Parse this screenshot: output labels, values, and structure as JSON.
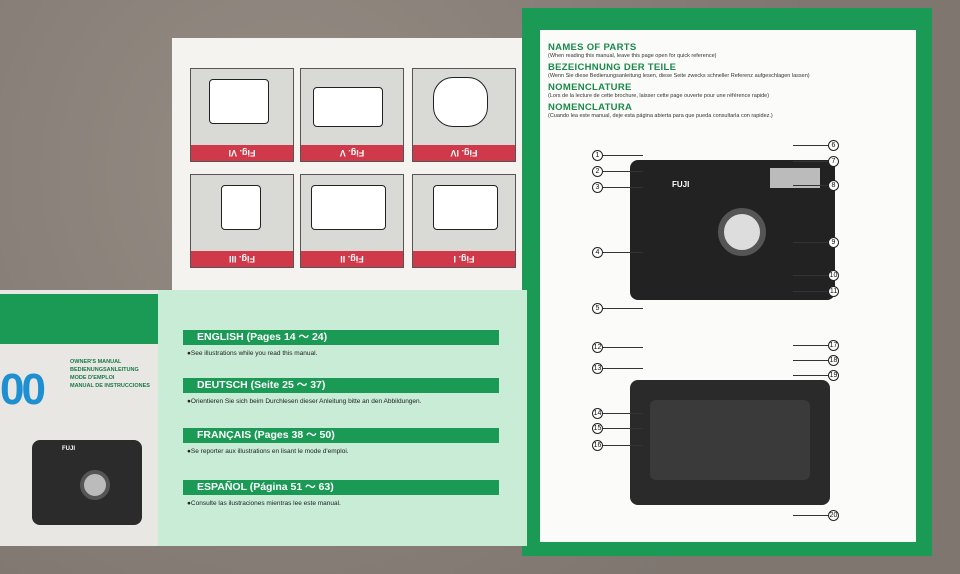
{
  "figures": {
    "top": [
      "Fig. VI",
      "Fig. V",
      "Fig. IV"
    ],
    "bottom": [
      "Fig. III",
      "Fig. II",
      "Fig. I"
    ]
  },
  "parts": {
    "en_title": "NAMES OF PARTS",
    "en_sub": "(When reading this manual, leave this page open for quick reference)",
    "de_title": "BEZEICHNUNG DER TEILE",
    "de_sub": "(Wenn Sie diese Bedienungsanleitung lesen, diese Seite zwecks schneller Referenz aufgeschlagen lassen)",
    "fr_title": "NOMENCLATURE",
    "fr_sub": "(Lors de la lecture de cette brochure, laisser cette page ouverte pour une référence rapide)",
    "es_title": "NOMENCLATURA",
    "es_sub": "(Cuando lea este manual, deje esta página abierta para que pueda consultarla con rapidez.)",
    "callouts": [
      "1",
      "2",
      "3",
      "4",
      "5",
      "6",
      "7",
      "8",
      "9",
      "10",
      "11",
      "12",
      "13",
      "14",
      "15",
      "16",
      "17",
      "18",
      "19",
      "20"
    ],
    "brand": "FUJI"
  },
  "languages": [
    {
      "label": "ENGLISH (Pages 14 ～ 24)",
      "note": "●See illustrations while you read this manual."
    },
    {
      "label": "DEUTSCH (Seite 25 ～ 37)",
      "note": "●Orientieren Sie sich beim Durchlesen dieser Anleitung bitte an den Abbildungen."
    },
    {
      "label": "FRANÇAIS (Pages 38 ～ 50)",
      "note": "●Se reporter aux illustrations en lisant le mode d'emploi."
    },
    {
      "label": "ESPAÑOL (Página 51 ～ 63)",
      "note": "●Consulte las ilustraciones mientras lee este manual."
    }
  ],
  "cover": {
    "lines": [
      "OWNER'S MANUAL",
      "BEDIENUNGSANLEITUNG",
      "MODE D'EMPLOI",
      "MANUAL DE INSTRUCCIONES"
    ],
    "model_fragment": "00",
    "brand": "FUJI"
  }
}
